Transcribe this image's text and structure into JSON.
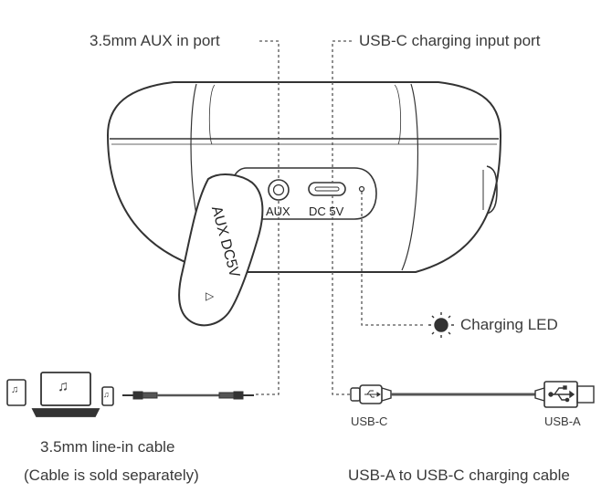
{
  "labels": {
    "aux_port": "3.5mm AUX in port",
    "usbc_port": "USB-C charging input port",
    "charging_led": "Charging LED",
    "port_aux": "AUX",
    "port_dc": "DC 5V",
    "cover_text": "AUX DC5V",
    "cover_arrow": "△",
    "usb_c": "USB-C",
    "usb_a": "USB-A",
    "line_in_cable": "3.5mm line-in cable",
    "line_in_note": "(Cable is sold separately)",
    "charging_cable": "USB-A to USB-C charging cable",
    "note_glyph": "♫"
  },
  "colors": {
    "line": "#333333",
    "dashed": "#555555",
    "cable": "#555555"
  },
  "icons": [
    "tablet-icon",
    "laptop-icon",
    "phone-icon",
    "music-note-icon",
    "sun-led-icon",
    "usb-symbol-icon"
  ]
}
